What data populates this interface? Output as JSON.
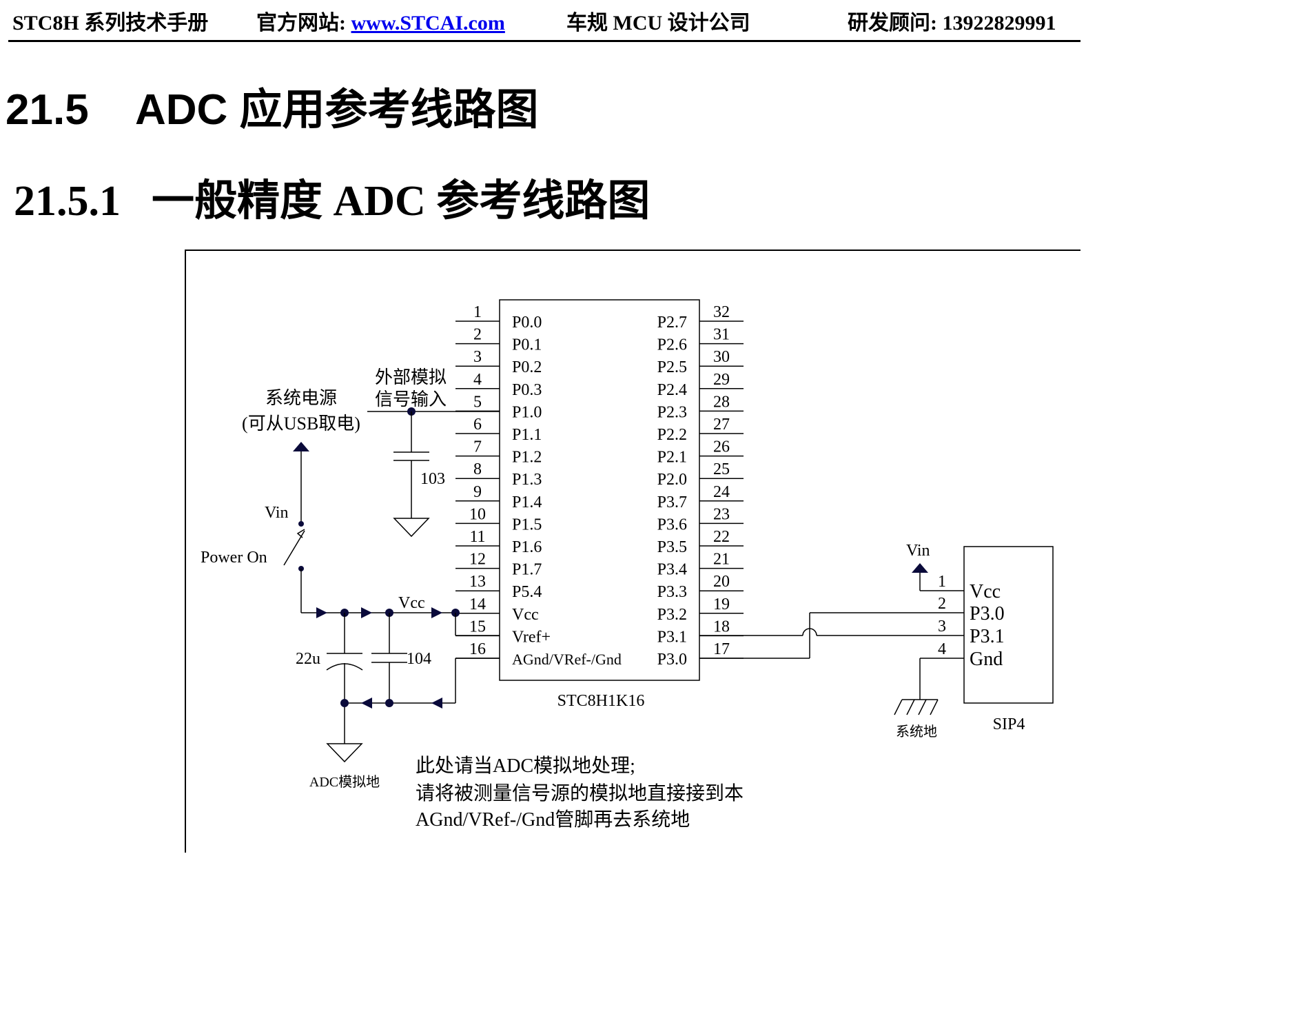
{
  "header": {
    "series": "STC8H 系列技术手册",
    "site_label": "官方网站: ",
    "site_link": "www.STCAI.com",
    "company": "车规 MCU 设计公司",
    "consultant": "研发顾问: 13922829991"
  },
  "section": {
    "number": "21.5",
    "title": "ADC 应用参考线路图"
  },
  "subsection": {
    "number": "21.5.1",
    "title": "一般精度 ADC 参考线路图"
  },
  "schematic": {
    "chip_name": "STC8H1K16",
    "left_pins": [
      {
        "num": "1",
        "name": "P0.0"
      },
      {
        "num": "2",
        "name": "P0.1"
      },
      {
        "num": "3",
        "name": "P0.2"
      },
      {
        "num": "4",
        "name": "P0.3"
      },
      {
        "num": "5",
        "name": "P1.0"
      },
      {
        "num": "6",
        "name": "P1.1"
      },
      {
        "num": "7",
        "name": "P1.2"
      },
      {
        "num": "8",
        "name": "P1.3"
      },
      {
        "num": "9",
        "name": "P1.4"
      },
      {
        "num": "10",
        "name": "P1.5"
      },
      {
        "num": "11",
        "name": "P1.6"
      },
      {
        "num": "12",
        "name": "P1.7"
      },
      {
        "num": "13",
        "name": "P5.4"
      },
      {
        "num": "14",
        "name": "Vcc"
      },
      {
        "num": "15",
        "name": "Vref+"
      },
      {
        "num": "16",
        "name": "AGnd/VRef-/Gnd"
      }
    ],
    "right_pins": [
      {
        "num": "32",
        "name": "P2.7"
      },
      {
        "num": "31",
        "name": "P2.6"
      },
      {
        "num": "30",
        "name": "P2.5"
      },
      {
        "num": "29",
        "name": "P2.4"
      },
      {
        "num": "28",
        "name": "P2.3"
      },
      {
        "num": "27",
        "name": "P2.2"
      },
      {
        "num": "26",
        "name": "P2.1"
      },
      {
        "num": "25",
        "name": "P2.0"
      },
      {
        "num": "24",
        "name": "P3.7"
      },
      {
        "num": "23",
        "name": "P3.6"
      },
      {
        "num": "22",
        "name": "P3.5"
      },
      {
        "num": "21",
        "name": "P3.4"
      },
      {
        "num": "20",
        "name": "P3.3"
      },
      {
        "num": "19",
        "name": "P3.2"
      },
      {
        "num": "18",
        "name": "P3.1"
      },
      {
        "num": "17",
        "name": "P3.0"
      }
    ],
    "ext_signal_line1": "外部模拟",
    "ext_signal_line2": "信号输入",
    "cap_103": "103",
    "sys_power_line1": "系统电源",
    "sys_power_line2": "(可从USB取电)",
    "vin_label": "Vin",
    "power_on_label": "Power On",
    "vcc_label": "Vcc",
    "cap_22u": "22u",
    "cap_104": "104",
    "adc_ground": "ADC模拟地",
    "sip_vin_label": "Vin",
    "sip_pins": [
      {
        "num": "1",
        "name": "Vcc"
      },
      {
        "num": "2",
        "name": "P3.0"
      },
      {
        "num": "3",
        "name": "P3.1"
      },
      {
        "num": "4",
        "name": "Gnd"
      }
    ],
    "sip_name": "SIP4",
    "system_ground": "系统地",
    "note_line1": "此处请当ADC模拟地处理;",
    "note_line2": "请将被测量信号源的模拟地直接接到本",
    "note_line3": "AGnd/VRef-/Gnd管脚再去系统地"
  }
}
